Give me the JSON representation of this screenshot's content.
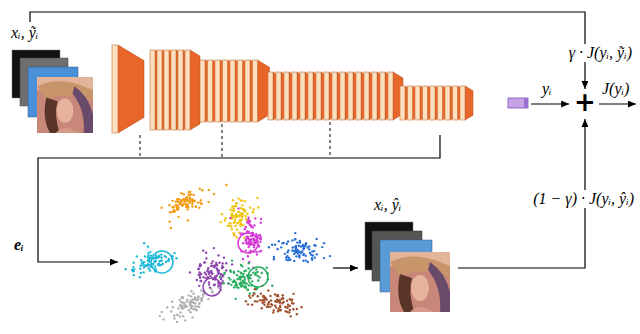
{
  "diagram": {
    "nodes": [
      {
        "text": [
          "xᵢ, ỹᵢ"
        ]
      },
      {
        "text": []
      },
      {
        "text": [
          "+"
        ]
      },
      {
        "text": []
      },
      {
        "text": [
          "xᵢ, ŷᵢ"
        ]
      }
    ],
    "edges": [
      {
        "from": 1,
        "to": 2,
        "arrow": "to",
        "label": "yᵢ"
      },
      {
        "from": 0,
        "to": 2,
        "arrow": "to",
        "label": "γ · J(yᵢ, ỹᵢ)"
      },
      {
        "from": 1,
        "to": 3,
        "arrow": "to",
        "label": "eᵢ"
      },
      {
        "from": 3,
        "to": 4,
        "arrow": "to"
      },
      {
        "from": 4,
        "to": 2,
        "arrow": "to",
        "label": "(1 − γ) · J(yᵢ, ŷᵢ)"
      }
    ],
    "labels": [
      "J(yᵢ)"
    ]
  }
}
